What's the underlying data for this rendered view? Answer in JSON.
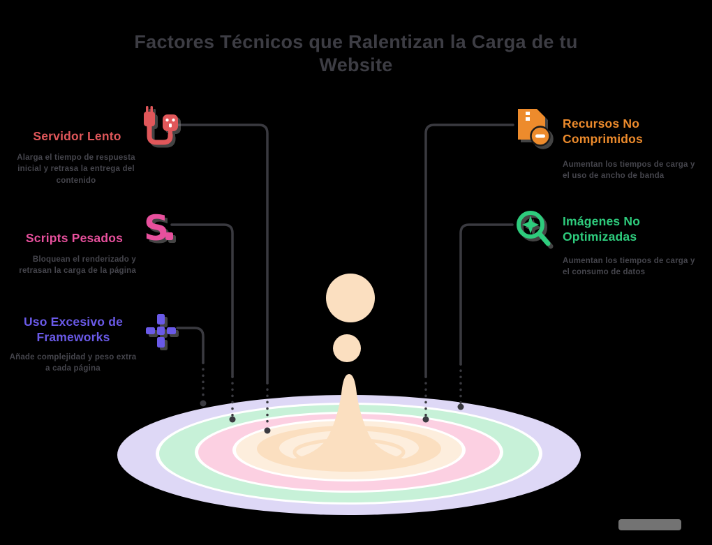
{
  "title": {
    "line1": "Factores Técnicos que Ralentizan la Carga de tu",
    "line2": "Website"
  },
  "left_items": [
    {
      "label": "Servidor Lento",
      "description": "Alarga el tiempo de respuesta inicial y retrasa la entrega del contenido",
      "color": "#e0575a",
      "icon": "plug-cable-icon"
    },
    {
      "label": "Scripts Pesados",
      "description": "Bloquean el renderizado y retrasan la carga de la página",
      "color": "#e8509d",
      "icon": "heavy-script-icon"
    },
    {
      "label": "Uso Excesivo de Frameworks",
      "description": "Añade complejidad y peso extra a cada página",
      "color": "#6a5ae8",
      "icon": "frameworks-plus-icon"
    }
  ],
  "right_items": [
    {
      "label": "Recursos No Comprimidos",
      "description": "Aumentan los tiempos de carga y el uso de ancho de banda",
      "color": "#ed8b2c",
      "icon": "uncompressed-file-icon"
    },
    {
      "label": "Imágenes No Optimizadas",
      "description": "Aumentan los tiempos de carga y el consumo de datos",
      "color": "#2ecc7d",
      "icon": "optimize-magnifier-icon"
    }
  ],
  "illustration": {
    "type": "water-drop-ripple",
    "ring_colors": [
      "#ded8f6",
      "#c7f1d8",
      "#fcd0e2",
      "#fdeedd",
      "#fbdfc0"
    ],
    "splash_color": "#fbdfc0"
  },
  "colors": {
    "background": "#000000",
    "title_text": "#3d3d44",
    "description_text": "#45454c",
    "connector": "#3a3a40"
  }
}
